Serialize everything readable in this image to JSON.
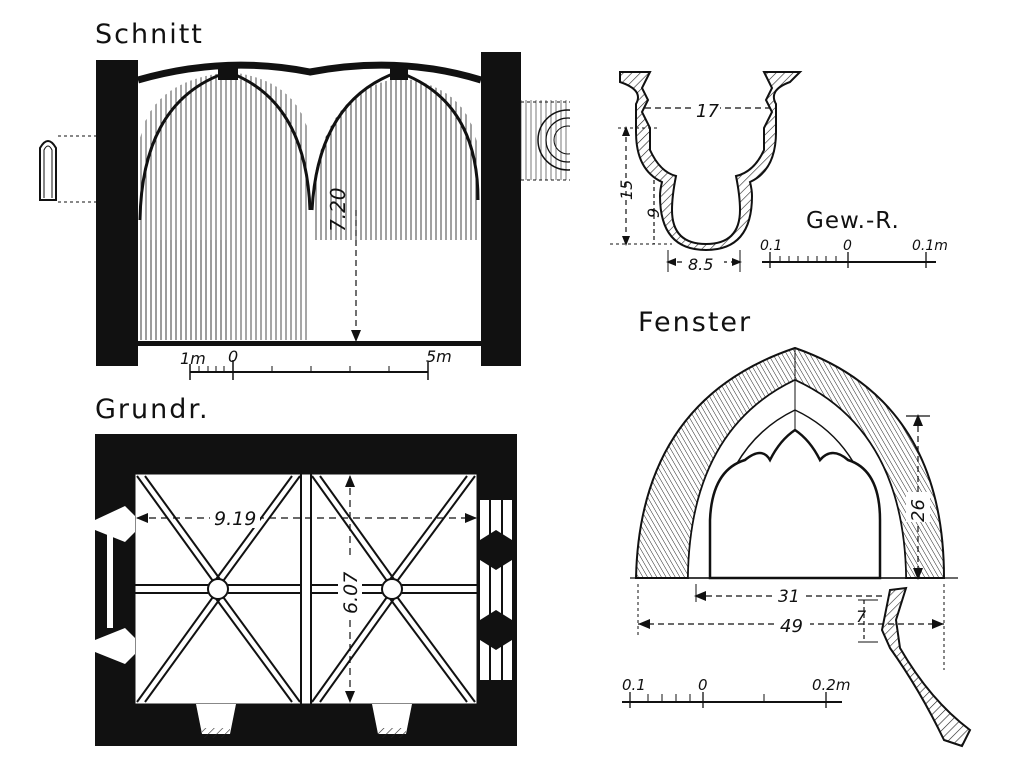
{
  "section": {
    "title": "Schnitt",
    "height_label": "7.20",
    "scale": {
      "left": "1m",
      "zero": "0",
      "right": "5m"
    }
  },
  "plan": {
    "title": "Grundr.",
    "width_label": "9.19",
    "depth_label": "6.07"
  },
  "rib_profile": {
    "title": "Gew.-R.",
    "dims": {
      "top": "17",
      "height": "15",
      "bulb": "9",
      "width": "8.5"
    },
    "scale": {
      "left": "0.1",
      "zero": "0",
      "right": "0.1m"
    }
  },
  "window": {
    "title": "Fenster",
    "dims": {
      "rise": "26",
      "inner": "31",
      "outer": "49",
      "depth": "7"
    },
    "scale": {
      "left": "0.1",
      "zero": "0",
      "right": "0.2m"
    }
  }
}
